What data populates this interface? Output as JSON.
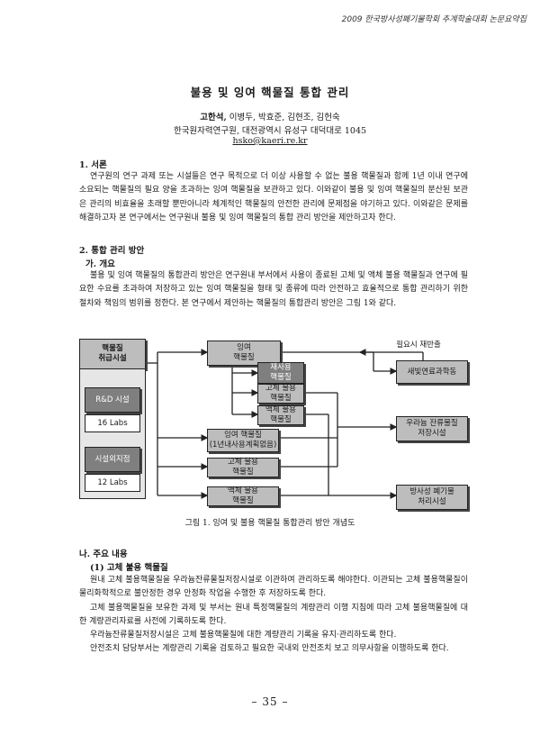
{
  "header": {
    "text": "2009 한국방사성폐기물학회 추계학술대회 논문요약집"
  },
  "title": "불용 및 잉여 핵물질 통합 관리",
  "authors": {
    "lead": "고한석,",
    "others": " 이병두, 박효준, 김현조, 김헌숙"
  },
  "affiliation": "한국원자력연구원, 대전광역시 유성구 대덕대로 1045",
  "email": "hsko@kaeri.re.kr",
  "sections": {
    "intro": {
      "heading": "1. 서론",
      "text": "연구원의 연구 과제 또는 시설들은 연구 목적으로 더 이상 사용할 수 없는 불용 핵물질과 함께 1년 이내 연구에 소요되는 핵물질의 필요 양을 초과하는 잉여 핵물질을 보관하고 있다. 이와같이 불용 및 잉여 핵물질의 분산된 보관은 관리의 비효율을 초래할 뿐만아니라 체계적인 핵물질의 안전한 관리에 문제점을 야기하고 있다. 이와같은 문제를 해결하고자 본 연구에서는 연구원내 불용 및 잉여 핵물질의 통합 관리 방안을 제안하고자 한다."
    },
    "integrated": {
      "heading": "2. 통합 관리 방안",
      "sub_heading": "가. 개요",
      "text": "불용 및 잉여 핵물질의 통합관리 방안은 연구원내 부서에서 사용이 종료된 고체 및 액체 불용 핵물질과 연구에 필요한 수요를 초과하여 저장하고 있는 잉여 핵물질을 형태 및 종류에 따라 안전하고 효율적으로 통합 관리하기 위한 절차와 책임의 범위를 정한다. 본 연구에서 제안하는 핵물질의 통합관리 방안은 그림 1와 같다."
    },
    "main": {
      "heading": "나. 주요 내용",
      "sub_heading": "(1) 고체 불용 핵물질",
      "paragraphs": [
        "원내 고체 불용핵물질을 우라늄잔류물질저장시설로 이관하여 관리하도록 해야한다. 이관되는 고체 불용핵물질이 물리화학적으로 불안정한 경우 안정화 작업을 수행한 후 저장하도록 한다.",
        "고체 불용핵물질을 보유한 과제 및 부서는 원내 특정핵물질의 계량관리 이행 지침에 따라 고체 불용핵물질에 대한 계량관리자료를 사전에 기록하도록 한다.",
        "우라늄잔류물질저장시설은 고체 불용핵물질에 대한 계량관리 기록을 유지·관리하도록 한다.",
        "안전조치 담당부서는 계량관리 기록을 검토하고 필요한 국내외 안전조치 보고 의무사항을 이행하도록 한다."
      ]
    }
  },
  "diagram": {
    "facility_header": "핵물질\n취급시설",
    "rnd_label": "R&D 시설",
    "rnd_count": "16 Labs",
    "support_label": "시설외지점",
    "support_count": "12 Labs",
    "surplus": "잉여\n핵물질",
    "reusable": "재사용\n핵물질",
    "solid_unused_a": "고체 불용\n핵물질",
    "liquid_unused_a": "액체 불용\n핵물질",
    "surplus_plan": "잉여 핵물질\n(1년내사용계획없음)",
    "solid_unused_b": "고체 불용\n핵물질",
    "liquid_unused_b": "액체 불용\n핵물질",
    "reuse_note": "필요시 재반출",
    "fuel_center": "새빛연료과학동",
    "uranium_storage": "우라늄 잔류물질\n저장시설",
    "waste_facility": "방사성 폐기물\n처리시설"
  },
  "figure_caption": "그림 1. 잉여 및 불용 핵물질 통합관리 방안 개념도",
  "page_number": "– 35 –"
}
